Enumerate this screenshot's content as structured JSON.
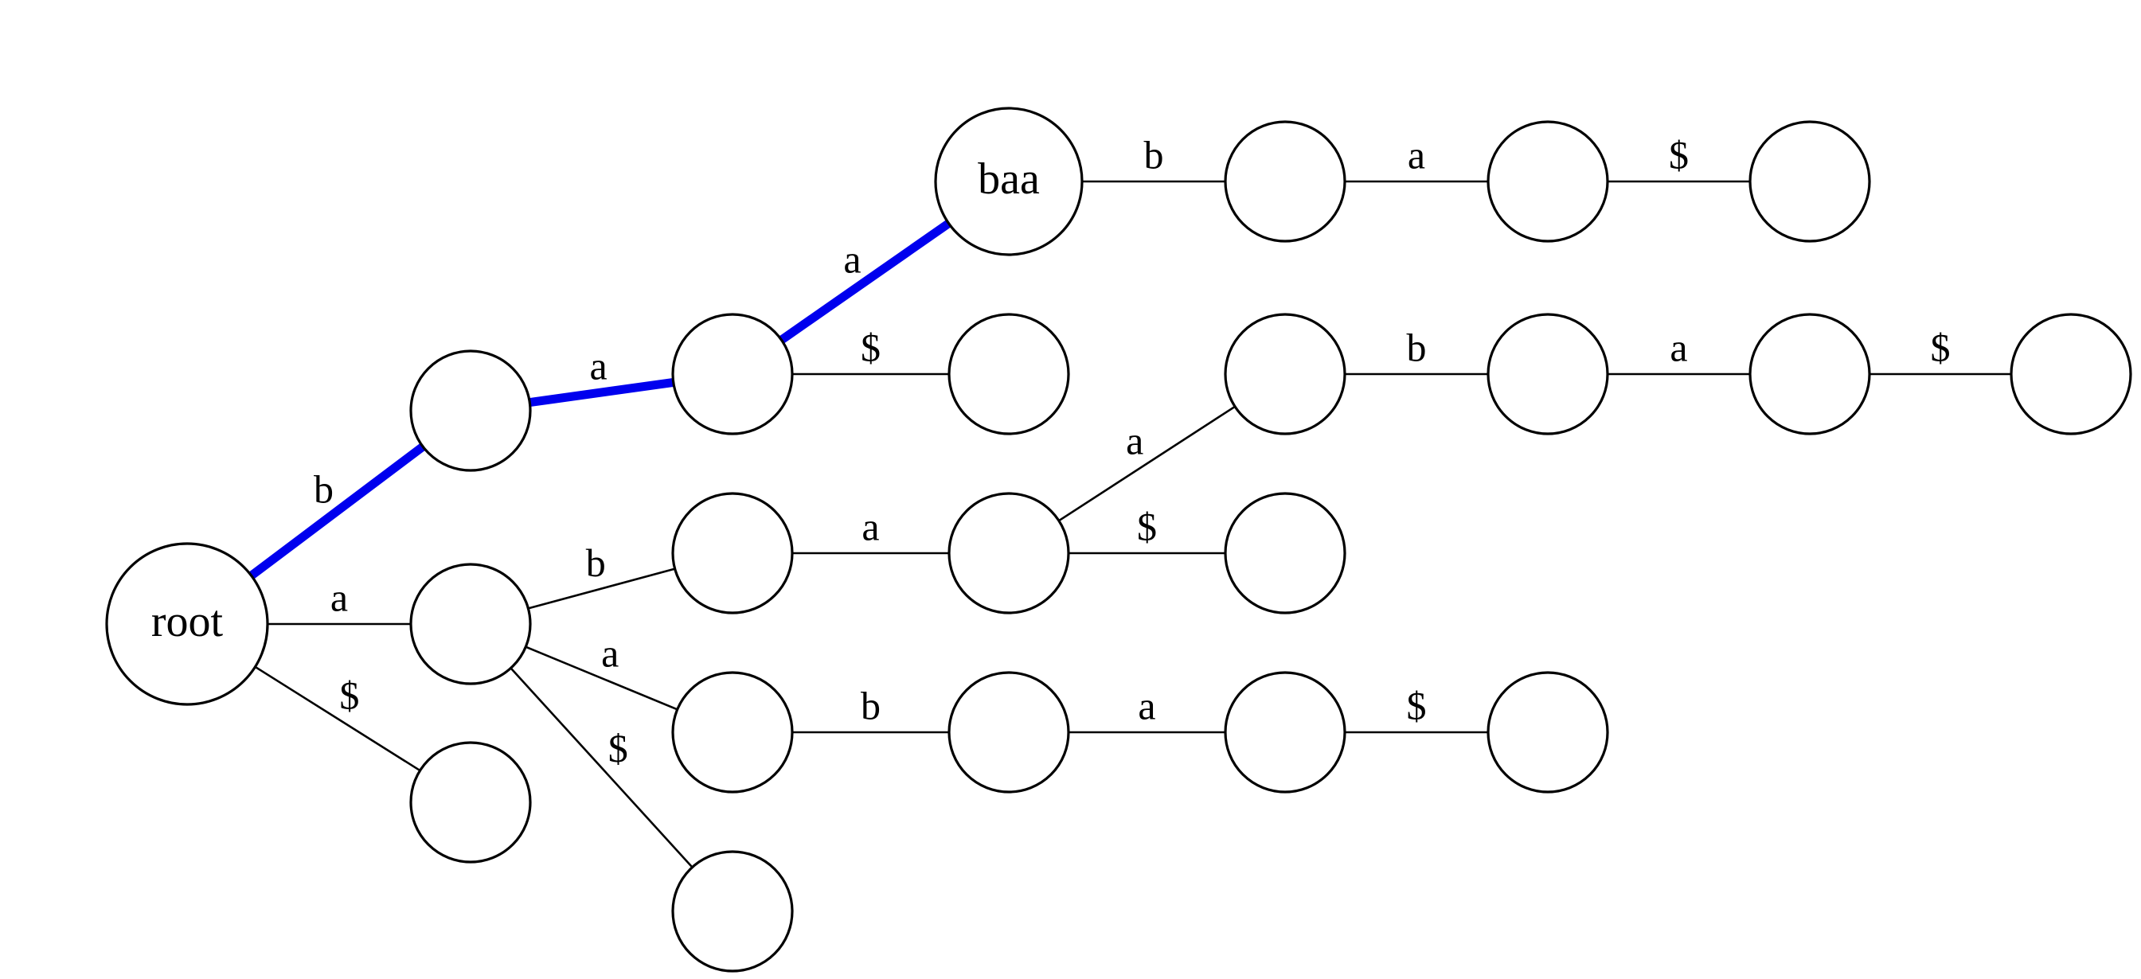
{
  "diagram": {
    "type": "suffix-trie",
    "highlight_color": "#0000ee",
    "edge_color": "#000000",
    "node_text": {
      "root": "root",
      "baa": "baa"
    },
    "edges": [
      {
        "from": "root",
        "to": "n_b",
        "label": "b",
        "highlight": true
      },
      {
        "from": "n_b",
        "to": "n_ba",
        "label": "a",
        "highlight": true
      },
      {
        "from": "n_ba",
        "to": "baa",
        "label": "a",
        "highlight": true
      },
      {
        "from": "baa",
        "to": "n_baab",
        "label": "b",
        "highlight": false
      },
      {
        "from": "n_baab",
        "to": "n_baaba",
        "label": "a",
        "highlight": false
      },
      {
        "from": "n_baaba",
        "to": "n_baaba$",
        "label": "$",
        "highlight": false
      },
      {
        "from": "n_ba",
        "to": "n_ba$",
        "label": "$",
        "highlight": false
      },
      {
        "from": "root",
        "to": "n_a",
        "label": "a",
        "highlight": false
      },
      {
        "from": "root",
        "to": "n_$",
        "label": "$",
        "highlight": false
      },
      {
        "from": "n_a",
        "to": "n_ab",
        "label": "b",
        "highlight": false
      },
      {
        "from": "n_ab",
        "to": "n_aba",
        "label": "a",
        "highlight": false
      },
      {
        "from": "n_aba",
        "to": "n_abaa",
        "label": "a",
        "highlight": false
      },
      {
        "from": "n_abaa",
        "to": "n_abaab",
        "label": "b",
        "highlight": false
      },
      {
        "from": "n_abaab",
        "to": "n_abaaba",
        "label": "a",
        "highlight": false
      },
      {
        "from": "n_abaaba",
        "to": "n_abaaba$",
        "label": "$",
        "highlight": false
      },
      {
        "from": "n_aba",
        "to": "n_aba$",
        "label": "$",
        "highlight": false
      },
      {
        "from": "n_a",
        "to": "n_aa",
        "label": "a",
        "highlight": false
      },
      {
        "from": "n_aa",
        "to": "n_aab",
        "label": "b",
        "highlight": false
      },
      {
        "from": "n_aab",
        "to": "n_aaba",
        "label": "a",
        "highlight": false
      },
      {
        "from": "n_aaba",
        "to": "n_aaba$",
        "label": "$",
        "highlight": false
      },
      {
        "from": "n_a",
        "to": "n_a$",
        "label": "$",
        "highlight": false
      }
    ]
  }
}
